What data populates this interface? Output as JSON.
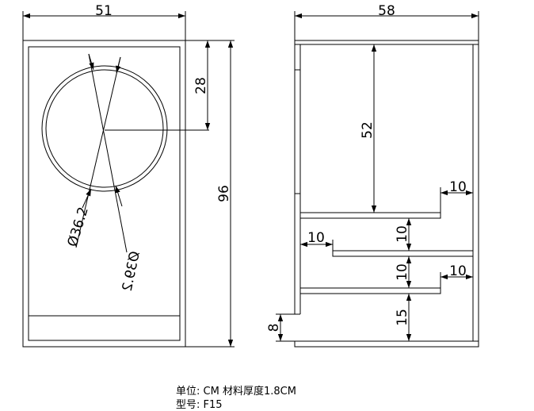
{
  "front_view": {
    "width_label": "51",
    "height_label": "96",
    "offset_label": "28",
    "inner_diameter_label": "Ø36.2",
    "outer_diameter_label": "Ø39.2"
  },
  "side_view": {
    "depth_label": "58",
    "brace_height_label": "52",
    "shelf_gap_right_top_label": "10",
    "shelf_gap_left_label": "10",
    "shelf_spacing_upper_label": "10",
    "shelf_spacing_lower_label": "10",
    "shelf_gap_right_bottom_label": "10",
    "bottom_clearance_label": "15",
    "base_height_label": "8"
  },
  "notes": {
    "units_line": "单位: CM   材料厚度1.8CM",
    "model_line": "型号: F15"
  }
}
